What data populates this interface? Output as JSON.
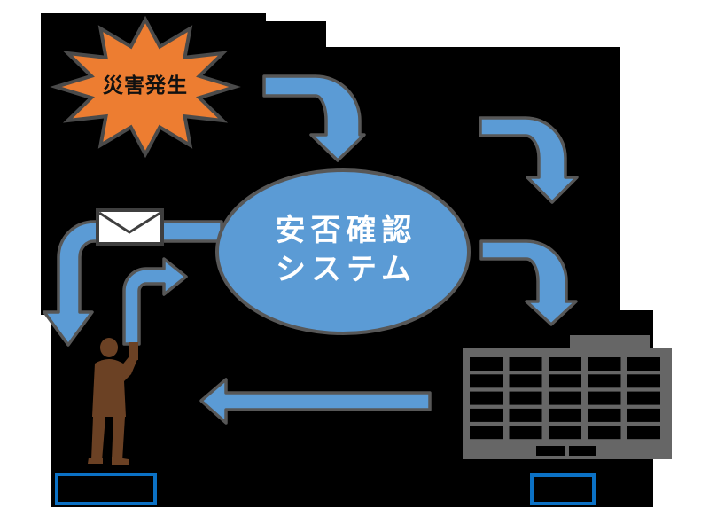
{
  "diagram": {
    "type": "flow-diagram",
    "nodes": {
      "disaster": {
        "label": "災害発生",
        "shape": "starburst",
        "fill": "#ED7D31"
      },
      "system": {
        "label_line1": "安否確認",
        "label_line2": "システム",
        "shape": "ellipse",
        "fill": "#5B9BD5"
      },
      "employee_box": {
        "label": ""
      },
      "company_box": {
        "label": ""
      }
    },
    "icons": {
      "mail": "envelope-icon",
      "employee": "business-person-icon",
      "company": "office-building-icon",
      "flows": "bent-arrow-icons"
    },
    "colors": {
      "canvas_black": "#000000",
      "page_white": "#ffffff",
      "arrow_blue": "#5B9BD5",
      "outline_gray": "#575757",
      "starburst_orange": "#ED7D31",
      "starburst_outline": "#4a4a4a",
      "ellipse_blue": "#5B9BD5",
      "person_brown": "#6B4124",
      "building_gray": "#666666",
      "label_box_border_blue": "#0B71C5",
      "disaster_text": "#111111",
      "system_text": "#ffffff"
    }
  }
}
